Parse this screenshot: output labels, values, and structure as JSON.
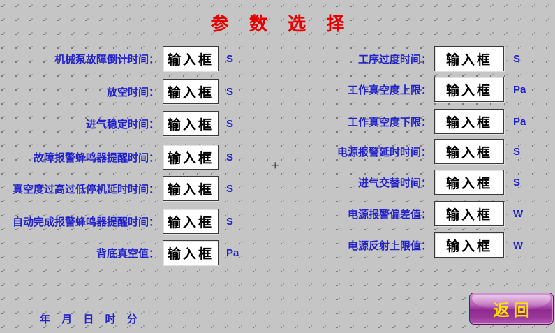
{
  "title": "参 数 选 择",
  "input_box": {
    "text": "输入框"
  },
  "columns": {
    "left": {
      "rows": [
        {
          "label": "机械泵故障倒计时间：",
          "unit": "S"
        },
        {
          "label": "放空时间：",
          "unit": "S"
        },
        {
          "label": "进气稳定时间：",
          "unit": "S"
        },
        {
          "label": "故障报警蜂鸣器提醒时间：",
          "unit": "S"
        },
        {
          "label": "真空度过高过低停机延时时间：",
          "unit": "S"
        },
        {
          "label": "自动完成报警蜂鸣器提醒时间：",
          "unit": "S"
        },
        {
          "label": "背底真空值：",
          "unit": "Pa"
        }
      ]
    },
    "right": {
      "rows": [
        {
          "label": "工序过度时间：",
          "unit": "S"
        },
        {
          "label": "工作真空度上限：",
          "unit": "Pa"
        },
        {
          "label": "工作真空度下限：",
          "unit": "Pa"
        },
        {
          "label": "电源报警延时时间：",
          "unit": "S"
        },
        {
          "label": "进气交替时间：",
          "unit": "S"
        },
        {
          "label": "电源报警偏差值：",
          "unit": "W"
        },
        {
          "label": "电源反射上限值：",
          "unit": "W"
        }
      ]
    }
  },
  "footer": {
    "datetime_fields": "年 月 日 时 分"
  },
  "back_button": {
    "label": "返回"
  },
  "center_marker": {
    "glyph": "+"
  },
  "colors": {
    "background": "#c5c5c5",
    "title": "#e60000",
    "label": "#2222cc",
    "button_purple": "#9a359a",
    "button_text": "#ffe100"
  }
}
